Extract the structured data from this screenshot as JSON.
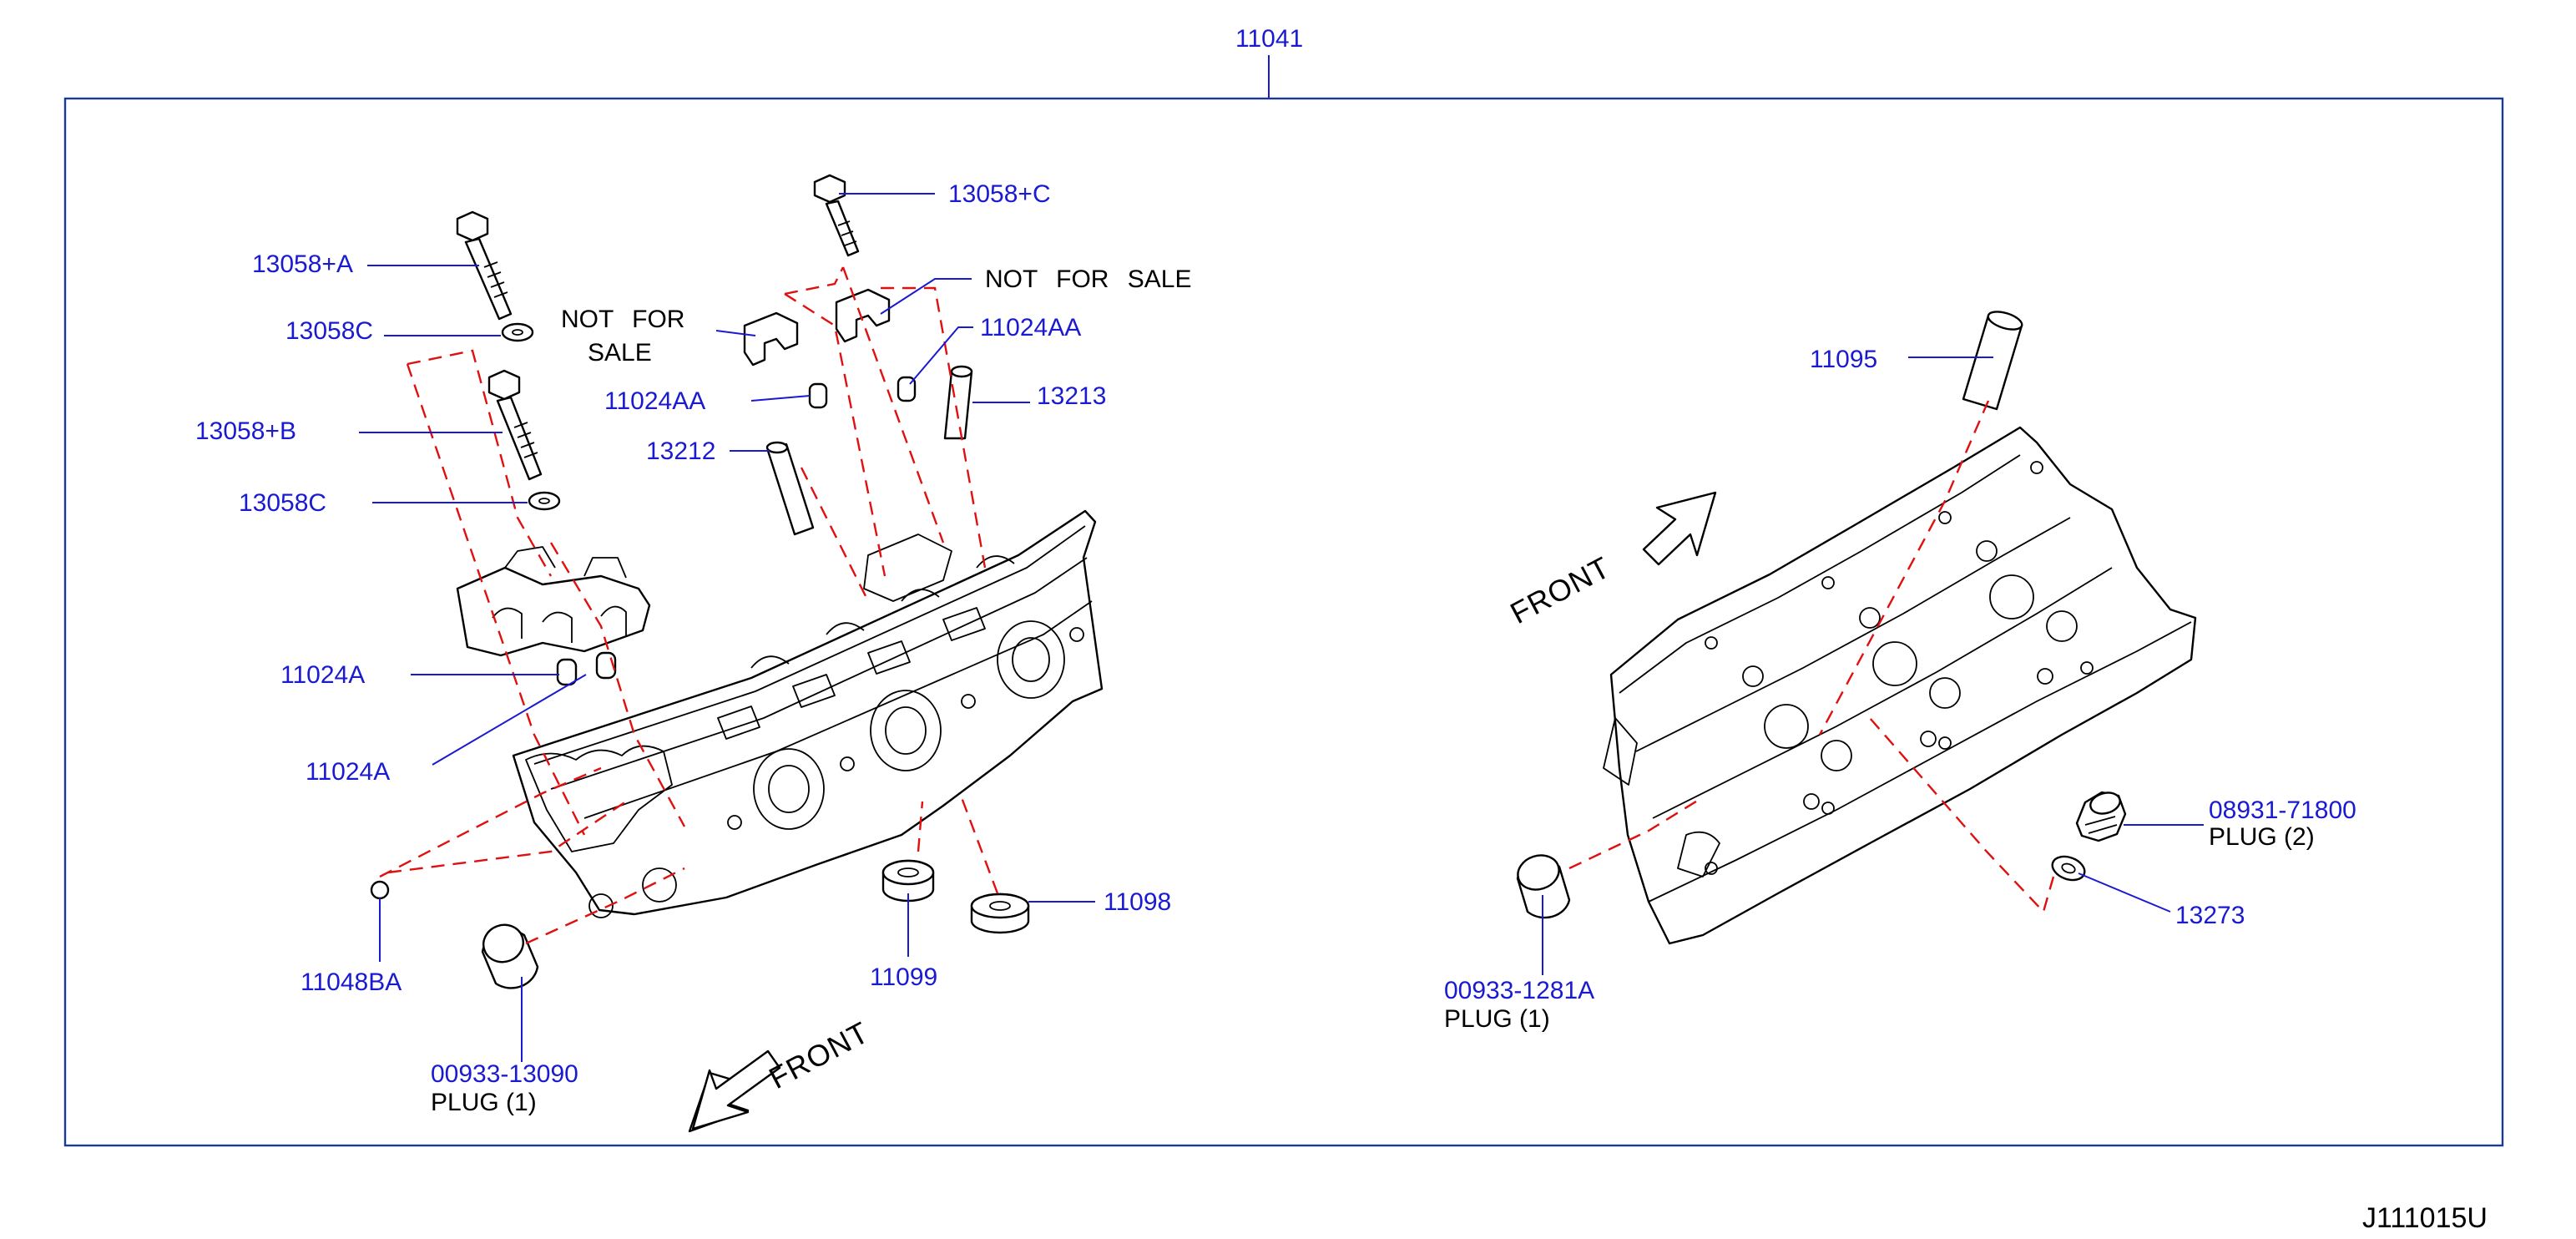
{
  "diagram": {
    "assembly_label": "11041",
    "drawing_id": "J111015U",
    "front_labels": [
      "FRONT",
      "FRONT"
    ],
    "callouts": {
      "c13058A": "13058+A",
      "c13058C_1": "13058C",
      "c13058B": "13058+B",
      "c13058C_2": "13058C",
      "c11024A_1": "11024A",
      "c11024A_2": "11024A",
      "c11048BA": "11048BA",
      "c00933_13090": "00933-13090",
      "plug1_left": "PLUG (1)",
      "nfs_left_1": "NOT FOR",
      "nfs_left_2": "SALE",
      "c13058C_plus": "13058+C",
      "nfs_right": "NOT FOR SALE",
      "c11024AA_1": "11024AA",
      "c11024AA_2": "11024AA",
      "c13212": "13212",
      "c13213": "13213",
      "c11099": "11099",
      "c11098": "11098",
      "c11095": "11095",
      "c00933_1281A": "00933-1281A",
      "plug1_right": "PLUG (1)",
      "c08931_71800": "08931-71800",
      "plug2": "PLUG (2)",
      "c13273": "13273"
    },
    "colors": {
      "callout_text": "#1a1ad0",
      "leader_line": "#1a1ad0",
      "dashed_line": "#e01010",
      "frame": "#1a3a9a",
      "drawing": "#000000"
    }
  }
}
